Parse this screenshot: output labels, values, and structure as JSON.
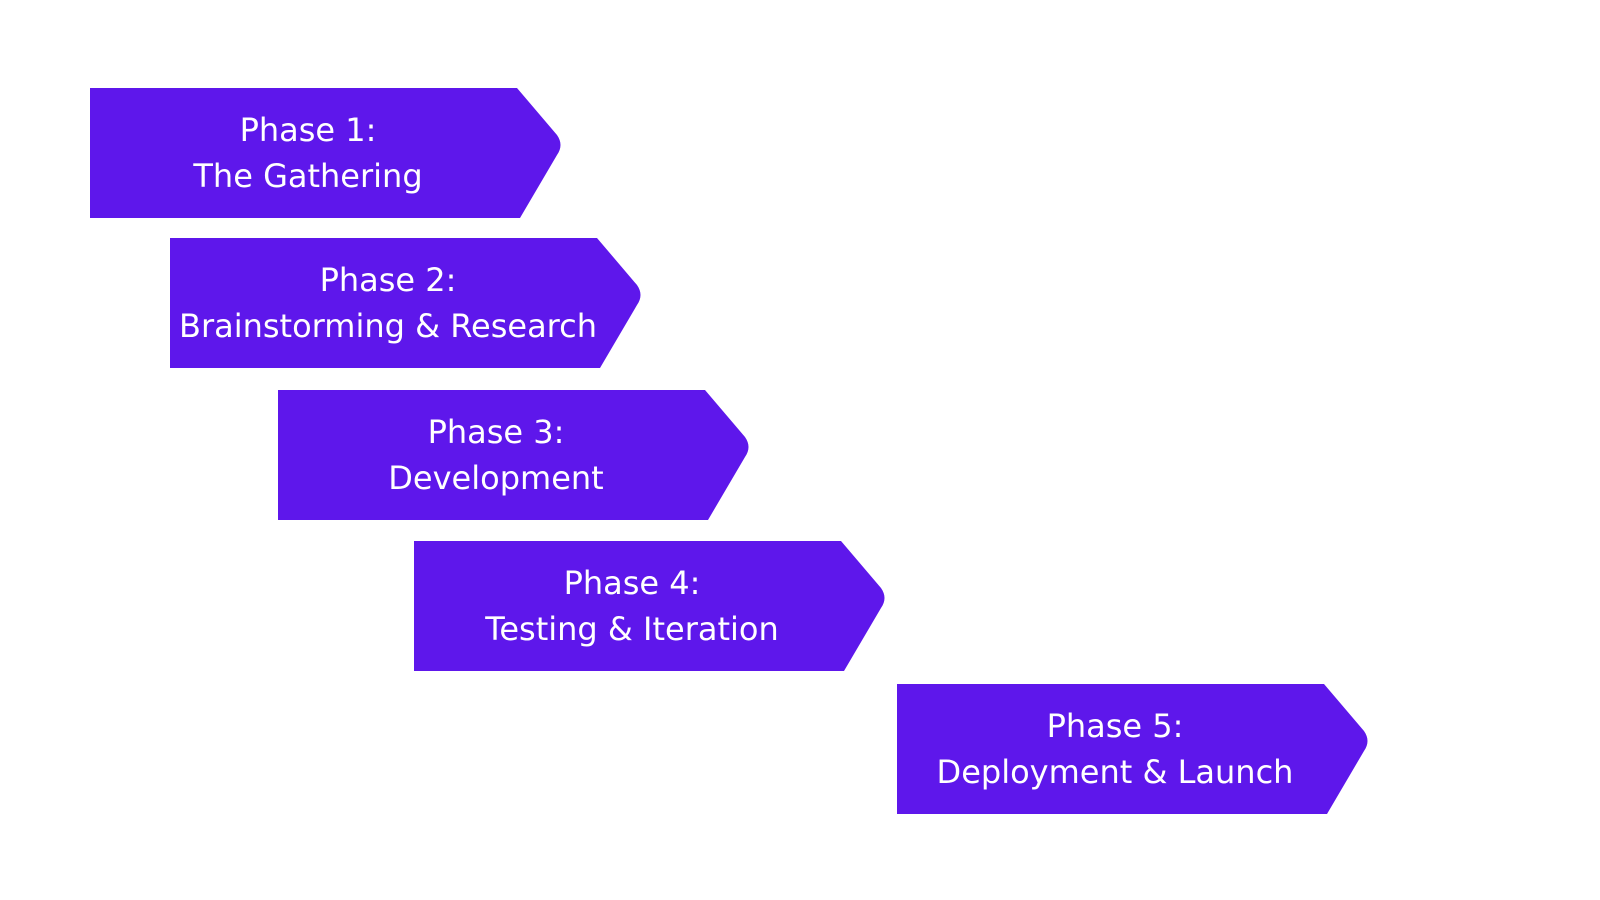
{
  "diagram": {
    "fill_color": "#5e17eb",
    "text_color": "#ffffff",
    "background_color": "#ffffff",
    "phases": [
      {
        "title": "Phase 1:",
        "name": "The Gathering"
      },
      {
        "title": "Phase 2:",
        "name": "Brainstorming & Research"
      },
      {
        "title": "Phase 3:",
        "name": "Development"
      },
      {
        "title": "Phase 4:",
        "name": "Testing & Iteration"
      },
      {
        "title": "Phase 5:",
        "name": "Deployment & Launch"
      }
    ]
  }
}
